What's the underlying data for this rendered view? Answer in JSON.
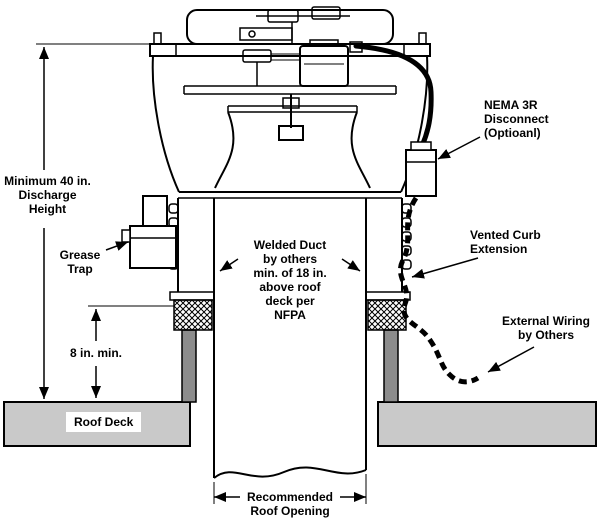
{
  "figure": {
    "labels": {
      "discharge_height": "Minimum 40 in.\nDischarge\nHeight",
      "grease_trap": "Grease\nTrap",
      "min_clearance": "8 in. min.",
      "roof_deck": "Roof Deck",
      "welded_duct": "Welded Duct\nby others\nmin. of 18 in.\nabove roof\ndeck per\nNFPA",
      "nema_disconnect": "NEMA 3R\nDisconnect\n(Optioanl)",
      "vented_curb": "Vented Curb\nExtension",
      "external_wiring": "External Wiring\nby Others",
      "roof_opening": "Recommended\nRoof Opening"
    },
    "colors": {
      "line": "#000000",
      "roof_deck_fill": "#c9c9c9",
      "curb_post_fill": "#8c8c8c",
      "background": "#ffffff"
    }
  }
}
